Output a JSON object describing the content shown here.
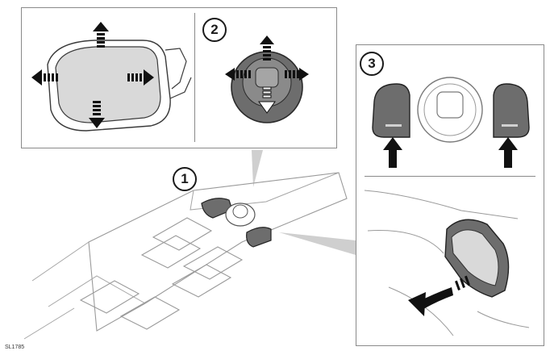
{
  "callouts": {
    "main": "1",
    "joystick": "2",
    "fold": "3"
  },
  "figure_code": "SL1785",
  "colors": {
    "line": "#3a3a3a",
    "panel_border": "#8a8a8a",
    "control_dark": "#6d6d6d",
    "arrow": "#111111",
    "mirror_glass": "#d9d9d9"
  }
}
